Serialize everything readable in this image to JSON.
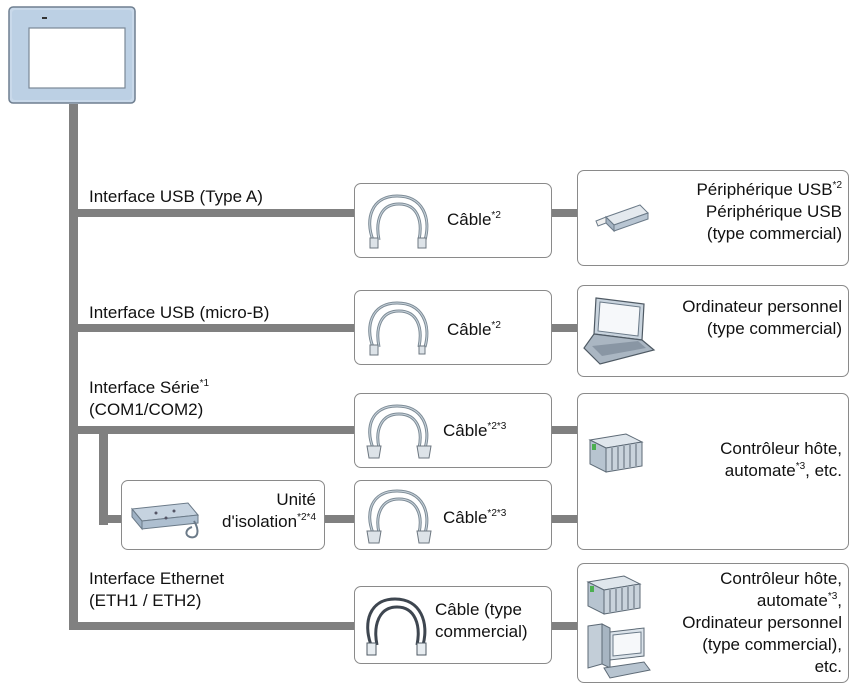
{
  "interfaces": {
    "usb_a": "Interface USB (Type A)",
    "usb_micro_b": "Interface USB (micro-B)",
    "serial_line1": "Interface Série",
    "serial_sup": "*1",
    "serial_line2": "(COM1/COM2)",
    "ethernet_line1": "Interface Ethernet",
    "ethernet_line2": "(ETH1 / ETH2)"
  },
  "cables": {
    "usb_a": {
      "label": "Câble",
      "sup": "*2"
    },
    "usb_micro_b": {
      "label": "Câble",
      "sup": "*2"
    },
    "serial": {
      "label": "Câble",
      "sup": "*2*3"
    },
    "isolation": {
      "label": "Câble",
      "sup": "*2*3"
    },
    "ethernet_line1": "Câble (type",
    "ethernet_line2": "commercial)"
  },
  "isolation_unit": {
    "line1": "Unité",
    "line2": "d'isolation",
    "sup": "*2*4"
  },
  "devices": {
    "usb_a_line1": "Périphérique USB",
    "usb_a_line1_sup": "*2",
    "usb_a_line2": "Périphérique USB",
    "usb_a_line3": "(type commercial)",
    "pc_line1": "Ordinateur personnel",
    "pc_line2": "(type commercial)",
    "host_line1": "Contrôleur hôte,",
    "host_line2": "automate",
    "host_line2_sup": "*3",
    "host_line2_tail": ", etc.",
    "eth_line1": "Contrôleur hôte,",
    "eth_line2": "automate",
    "eth_line2_sup": "*3",
    "eth_line2_tail": ",",
    "eth_line3": "Ordinateur personnel",
    "eth_line4": "(type commercial),",
    "eth_line5": "etc."
  },
  "colors": {
    "bus": "#808080",
    "box_border": "#8a8a8a",
    "panel_bezel": "#bcd0e4"
  },
  "icons": [
    "hmi-panel-icon",
    "usb-cable-icon",
    "serial-cable-icon",
    "ethernet-cable-icon",
    "usb-stick-icon",
    "laptop-icon",
    "plc-icon",
    "desktop-pc-icon",
    "isolation-unit-icon"
  ]
}
